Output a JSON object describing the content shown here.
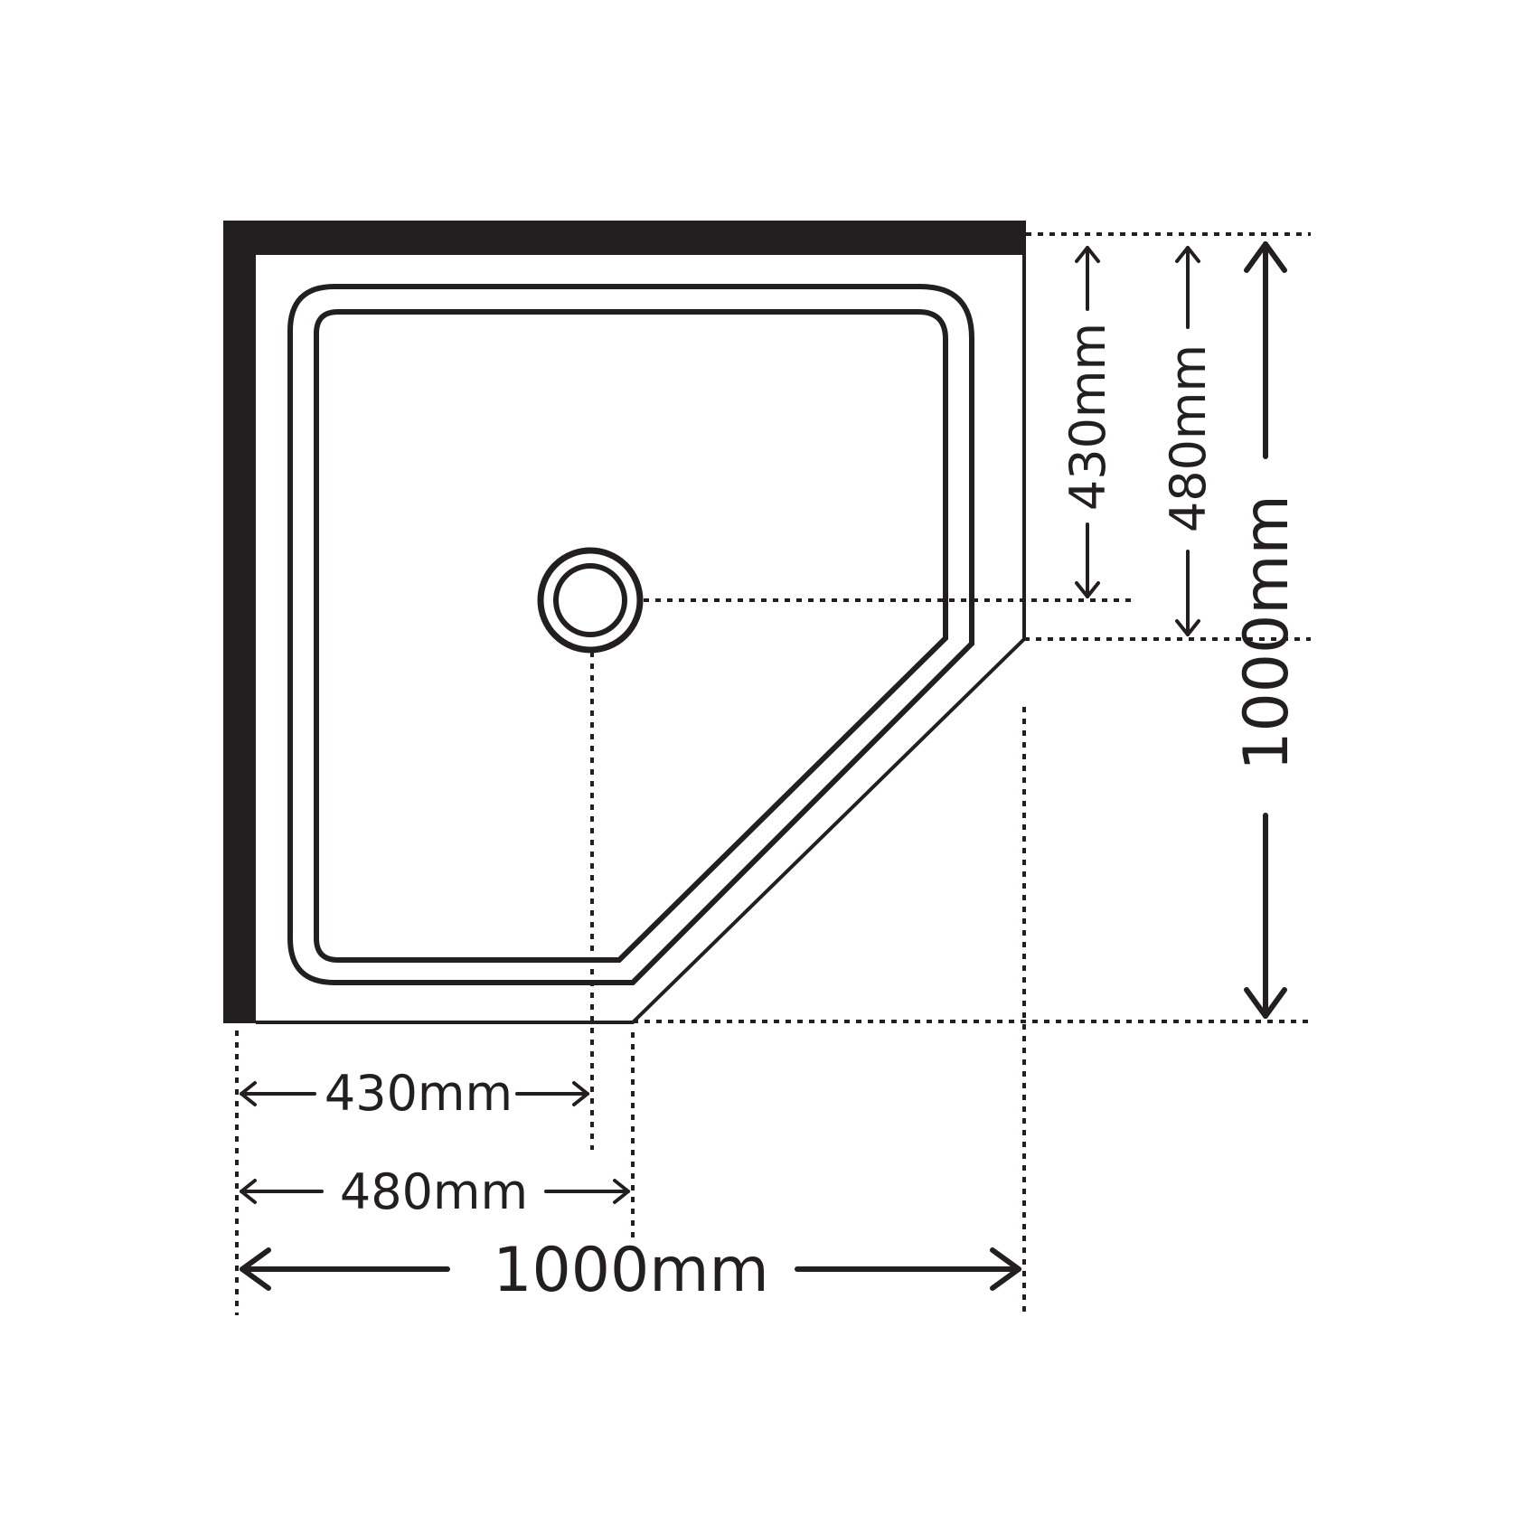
{
  "diagram": {
    "title": "",
    "colors": {
      "ink": "#231f20",
      "background": "#ffffff"
    },
    "dimensions": {
      "width_total": "1000mm",
      "width_to_angle": "480mm",
      "width_to_waste": "430mm",
      "depth_total": "1000mm",
      "depth_to_angle": "480mm",
      "depth_to_waste": "430mm"
    },
    "tray_shape": "pentagon-corner",
    "waste_position": "center"
  }
}
